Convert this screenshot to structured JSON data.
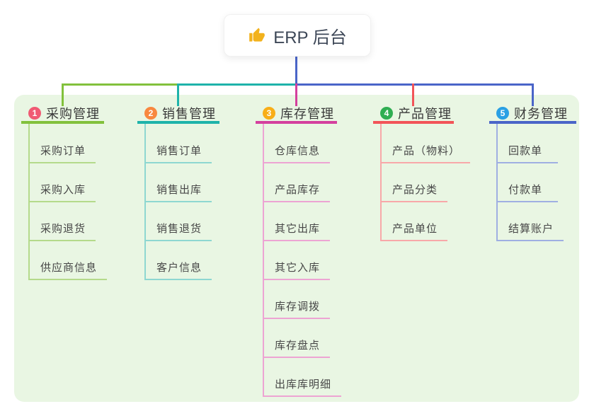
{
  "root": {
    "title": "ERP 后台",
    "icon": "thumbs-up",
    "icon_color": "#f2b21d",
    "text_color": "#3d4757"
  },
  "panel_color": "#e9f6e3",
  "branches": [
    {
      "number": "1",
      "title": "采购管理",
      "color": "#82c13c",
      "light_color": "#b4da8b",
      "badge_color": "#f05a73",
      "children": [
        "采购订单",
        "采购入库",
        "采购退货",
        "供应商信息"
      ]
    },
    {
      "number": "2",
      "title": "销售管理",
      "color": "#1eb3aa",
      "light_color": "#8ed7d1",
      "badge_color": "#f8883f",
      "children": [
        "销售订单",
        "销售出库",
        "销售退货",
        "客户信息"
      ]
    },
    {
      "number": "3",
      "title": "库存管理",
      "color": "#d4409e",
      "light_color": "#eda4d3",
      "badge_color": "#f8ae18",
      "children": [
        "仓库信息",
        "产品库存",
        "其它出库",
        "其它入库",
        "库存调拨",
        "库存盘点",
        "出库库明细"
      ]
    },
    {
      "number": "4",
      "title": "产品管理",
      "color": "#f25458",
      "light_color": "#f8a8a9",
      "badge_color": "#2fae52",
      "children": [
        "产品（物料）",
        "产品分类",
        "产品单位"
      ]
    },
    {
      "number": "5",
      "title": "财务管理",
      "color": "#4a65c8",
      "light_color": "#9fafe2",
      "badge_color": "#2aa0e4",
      "children": [
        "回款单",
        "付款单",
        "结算账户"
      ]
    }
  ]
}
